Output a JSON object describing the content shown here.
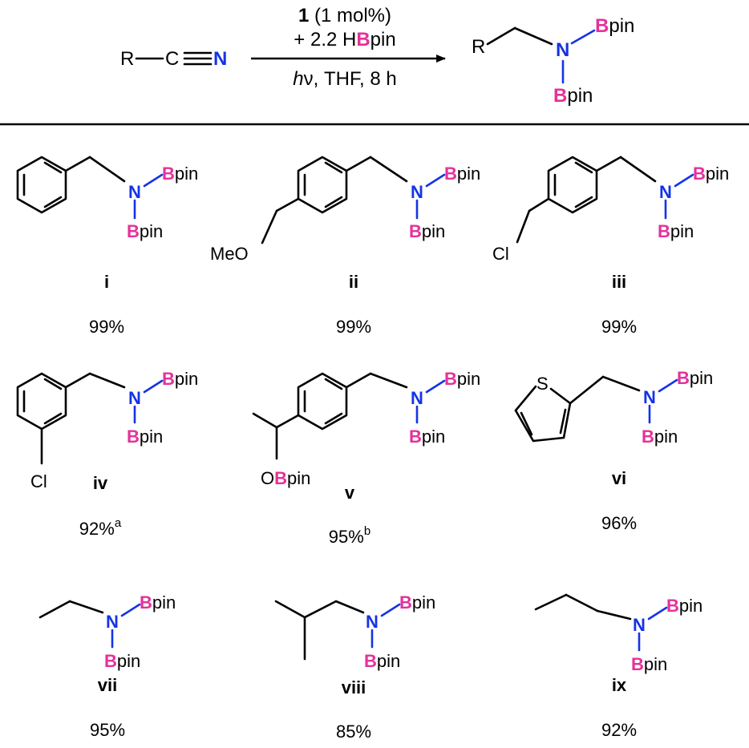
{
  "colors": {
    "nitrogen": "#1433e6",
    "boron": "#e5319a",
    "bond": "#000000",
    "background": "#ffffff"
  },
  "reaction": {
    "reactant_r": "R",
    "reactant_c": "C",
    "reactant_n": "N",
    "cond_catalyst_num": "1",
    "cond_catalyst_rest": " (1 mol%)",
    "cond_reagent_pre": "+ 2.2 H",
    "cond_reagent_b": "B",
    "cond_reagent_post": "pin",
    "cond_light": "h",
    "cond_nu": "ν",
    "cond_rest": ", THF, 8 h",
    "product_r": "R"
  },
  "labels": {
    "n": "N",
    "b": "B",
    "pin": "pin",
    "meo": "MeO",
    "cl": "Cl",
    "s": "S",
    "o": "O"
  },
  "compounds": [
    {
      "id": "i",
      "yield": "99%",
      "note": ""
    },
    {
      "id": "ii",
      "yield": "99%",
      "note": ""
    },
    {
      "id": "iii",
      "yield": "99%",
      "note": ""
    },
    {
      "id": "iv",
      "yield": "92%",
      "note": "a"
    },
    {
      "id": "v",
      "yield": "95%",
      "note": "b"
    },
    {
      "id": "vi",
      "yield": "96%",
      "note": ""
    },
    {
      "id": "vii",
      "yield": "95%",
      "note": ""
    },
    {
      "id": "viii",
      "yield": "85%",
      "note": ""
    },
    {
      "id": "ix",
      "yield": "92%",
      "note": ""
    }
  ]
}
